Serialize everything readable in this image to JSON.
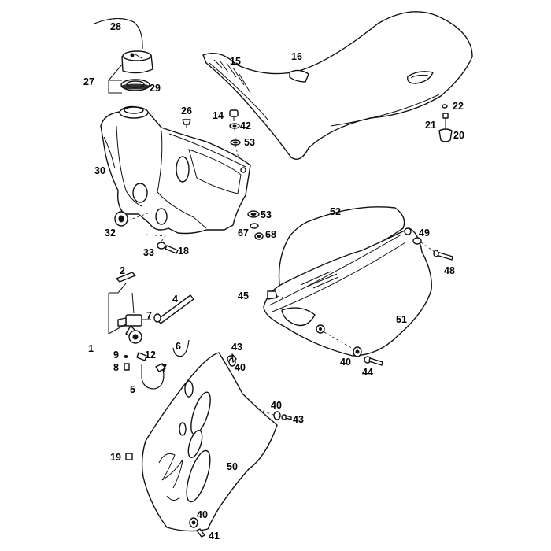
{
  "diagram": {
    "callouts": [
      "28",
      "27",
      "29",
      "15",
      "16",
      "22",
      "21",
      "20",
      "26",
      "14",
      "42",
      "53",
      "30",
      "53",
      "32",
      "67",
      "68",
      "33",
      "18",
      "52",
      "49",
      "48",
      "2",
      "4",
      "45",
      "7",
      "51",
      "1",
      "9",
      "12",
      "6",
      "8",
      "7",
      "43",
      "40",
      "40",
      "44",
      "5",
      "40",
      "43",
      "19",
      "50",
      "40",
      "41"
    ]
  },
  "colors": {
    "line": "#111111",
    "background": "#ffffff"
  },
  "icons": {
    "logo_marks": "handwritten-style brand script on shrouds and seat"
  }
}
